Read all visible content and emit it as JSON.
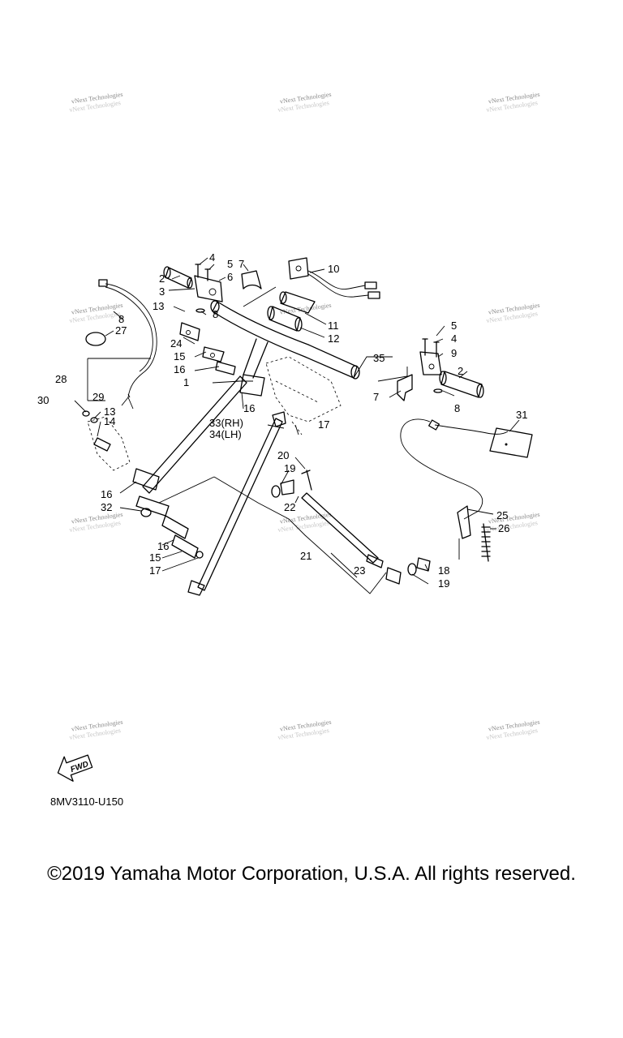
{
  "watermark": "vNext Technologies",
  "callouts": {
    "c1": "1",
    "c2a": "2",
    "c2b": "2",
    "c3": "3",
    "c4a": "4",
    "c4b": "4",
    "c5a": "5",
    "c5b": "5",
    "c6": "6",
    "c7a": "7",
    "c7b": "7",
    "c8a": "8",
    "c8b": "8",
    "c8c": "8",
    "c9": "9",
    "c10": "10",
    "c11": "11",
    "c12": "12",
    "c13a": "13",
    "c13b": "13",
    "c14": "14",
    "c15a": "15",
    "c15b": "15",
    "c16a": "16",
    "c16b": "16",
    "c16c": "16",
    "c16d": "16",
    "c17a": "17",
    "c17b": "17",
    "c18": "18",
    "c19a": "19",
    "c19b": "19",
    "c20": "20",
    "c21": "21",
    "c22": "22",
    "c23": "23",
    "c24": "24",
    "c25": "25",
    "c26": "26",
    "c27": "27",
    "c28": "28",
    "c29": "29",
    "c30": "30",
    "c31": "31",
    "c32": "32",
    "c33": "33(RH)",
    "c34": "34(LH)",
    "c35": "35"
  },
  "fwd_label": "FWD",
  "diagram_code": "8MV3110-U150",
  "copyright": "©2019 Yamaha Motor Corporation, U.S.A. All rights reserved."
}
